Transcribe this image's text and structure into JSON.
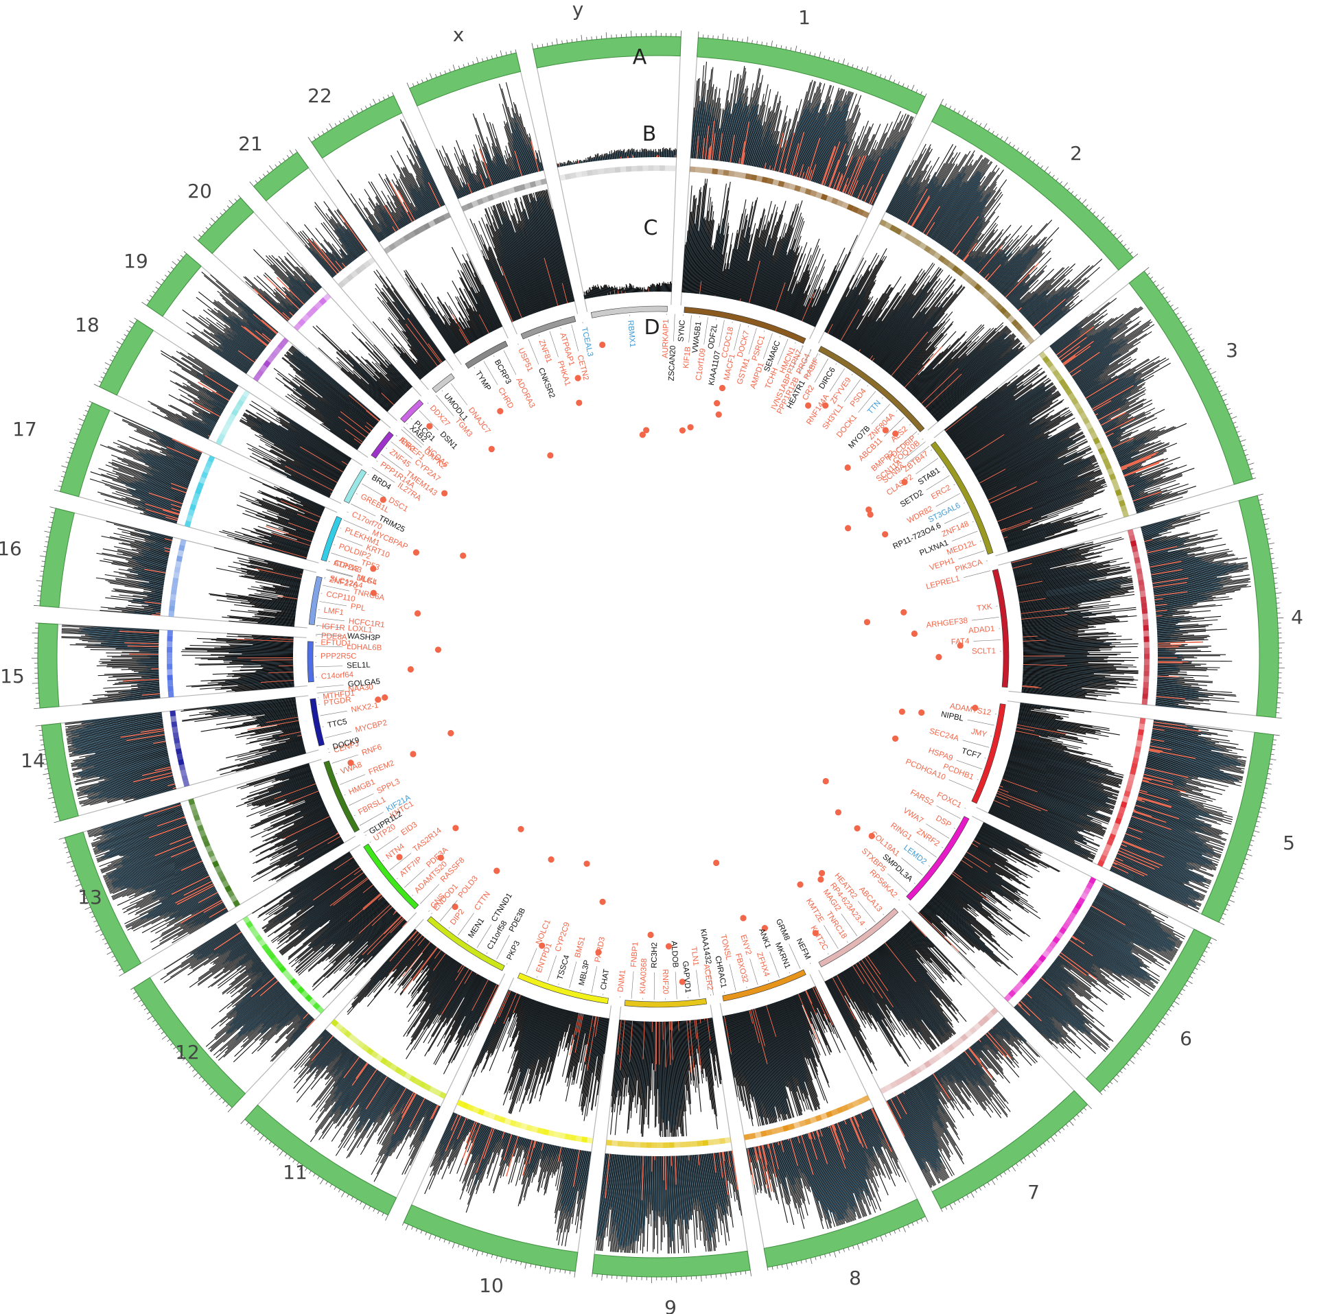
{
  "colors": {
    "ideogram": "#6cc46c",
    "ideogram_stroke": "#3d8f3d",
    "hist_blue": "#6baed6",
    "hist_black": "#111111",
    "hist_red": "#f26649",
    "gene_red": "#f26649",
    "gene_black": "#111111",
    "gene_blue": "#3d9ad6",
    "spoke": "#b5b5b5",
    "dot": "#f26649"
  },
  "ring_labels": [
    {
      "id": "A",
      "text": "A"
    },
    {
      "id": "B",
      "text": "B"
    },
    {
      "id": "C",
      "text": "C"
    },
    {
      "id": "D",
      "text": "D"
    }
  ],
  "chromosomes": [
    {
      "id": "1",
      "label": "1",
      "color": "#8b5a1e"
    },
    {
      "id": "2",
      "label": "2",
      "color": "#8a6d2a"
    },
    {
      "id": "3",
      "label": "3",
      "color": "#9a9a22"
    },
    {
      "id": "4",
      "label": "4",
      "color": "#c41a2c"
    },
    {
      "id": "5",
      "label": "5",
      "color": "#e3242b"
    },
    {
      "id": "6",
      "label": "6",
      "color": "#e61ac6"
    },
    {
      "id": "7",
      "label": "7",
      "color": "#e3b6b6"
    },
    {
      "id": "8",
      "label": "8",
      "color": "#e6941a"
    },
    {
      "id": "9",
      "label": "9",
      "color": "#e6c619"
    },
    {
      "id": "10",
      "label": "10",
      "color": "#f2f21a"
    },
    {
      "id": "11",
      "label": "11",
      "color": "#cde61a"
    },
    {
      "id": "12",
      "label": "12",
      "color": "#3ee61a"
    },
    {
      "id": "13",
      "label": "13",
      "color": "#3d7a1a"
    },
    {
      "id": "14",
      "label": "14",
      "color": "#1a1a9e"
    },
    {
      "id": "15",
      "label": "15",
      "color": "#4d6ee6"
    },
    {
      "id": "16",
      "label": "16",
      "color": "#7fa3e6"
    },
    {
      "id": "17",
      "label": "17",
      "color": "#33cce6"
    },
    {
      "id": "18",
      "label": "18",
      "color": "#99e6e6"
    },
    {
      "id": "19",
      "label": "19",
      "color": "#9e33c9"
    },
    {
      "id": "20",
      "label": "20",
      "color": "#cc66e6"
    },
    {
      "id": "21",
      "label": "21",
      "color": "#cccccc"
    },
    {
      "id": "22",
      "label": "22",
      "color": "#888888"
    },
    {
      "id": "x",
      "label": "x",
      "color": "#999999"
    },
    {
      "id": "y",
      "label": "y",
      "color": "#cccccc"
    }
  ],
  "genes": [
    {
      "chr": "1",
      "labels": [
        {
          "t": "AURKAIP1",
          "c": "r"
        },
        {
          "t": "ZSCAN20",
          "c": "k"
        },
        {
          "t": "SYNC",
          "c": "k"
        },
        {
          "t": "KIF1B",
          "c": "r"
        },
        {
          "t": "VWA5B1",
          "c": "k"
        },
        {
          "t": "C1orf109",
          "c": "r"
        },
        {
          "t": "ODF2L",
          "c": "k"
        },
        {
          "t": "KIAA1107",
          "c": "k"
        },
        {
          "t": "CCDC18",
          "c": "r"
        },
        {
          "t": "MACF1",
          "c": "r"
        },
        {
          "t": "DOCK7",
          "c": "r"
        },
        {
          "t": "GSTM1",
          "c": "r"
        },
        {
          "t": "PSRC1",
          "c": "r"
        },
        {
          "t": "AMPD1",
          "c": "r"
        },
        {
          "t": "SEMA6C",
          "c": "k"
        },
        {
          "t": "TCHH",
          "c": "r"
        },
        {
          "t": "HMCN1",
          "c": "r"
        },
        {
          "t": "IVNS1ABP",
          "c": "r"
        },
        {
          "t": "PRG4",
          "c": "r"
        },
        {
          "t": "HEATR1",
          "c": "k"
        }
      ]
    },
    {
      "chr": "2",
      "labels": [
        {
          "t": "PTPN7",
          "c": "r"
        },
        {
          "t": "PPP1R12B",
          "c": "r"
        },
        {
          "t": "RABIF",
          "c": "r"
        },
        {
          "t": "CR2",
          "c": "r"
        },
        {
          "t": "DIRC6",
          "c": "k"
        },
        {
          "t": "RNF144A",
          "c": "r"
        },
        {
          "t": "ZFYVE9",
          "c": "r"
        },
        {
          "t": "SH3YL1",
          "c": "r"
        },
        {
          "t": "PSD4",
          "c": "r"
        },
        {
          "t": "DOCK1",
          "c": "r"
        },
        {
          "t": "TTN",
          "c": "b"
        },
        {
          "t": "MYO7B",
          "c": "k"
        },
        {
          "t": "ZNF804A",
          "c": "r"
        },
        {
          "t": "ABCB11",
          "c": "r"
        },
        {
          "t": "ALS2",
          "c": "r"
        },
        {
          "t": "BMPR2",
          "c": "r"
        },
        {
          "t": "COQ10B",
          "c": "r"
        },
        {
          "t": "SCN9A",
          "c": "r"
        }
      ]
    },
    {
      "chr": "3",
      "labels": [
        {
          "t": "PDCD6IP",
          "c": "r"
        },
        {
          "t": "SCN11A",
          "c": "r"
        },
        {
          "t": "ZBTB47",
          "c": "r"
        },
        {
          "t": "CLASP2",
          "c": "r"
        },
        {
          "t": "STAB1",
          "c": "k"
        },
        {
          "t": "SETD2",
          "c": "k"
        },
        {
          "t": "ERC2",
          "c": "r"
        },
        {
          "t": "WDR82",
          "c": "r"
        },
        {
          "t": "ST3GAL6",
          "c": "b"
        },
        {
          "t": "RP11-723O4.6",
          "c": "k"
        },
        {
          "t": "ZNF148",
          "c": "r"
        },
        {
          "t": "PLXNA1",
          "c": "k"
        },
        {
          "t": "MED12L",
          "c": "r"
        },
        {
          "t": "VEPH1",
          "c": "r"
        },
        {
          "t": "PIK3CA",
          "c": "r"
        },
        {
          "t": "LEPREL1",
          "c": "r"
        }
      ]
    },
    {
      "chr": "4",
      "labels": [
        {
          "t": "TXK",
          "c": "r"
        },
        {
          "t": "ARHGEF38",
          "c": "r"
        },
        {
          "t": "ADAD1",
          "c": "r"
        },
        {
          "t": "FAT4",
          "c": "r"
        },
        {
          "t": "SCLT1",
          "c": "r"
        }
      ]
    },
    {
      "chr": "5",
      "labels": [
        {
          "t": "ADAMTS12",
          "c": "r"
        },
        {
          "t": "NIPBL",
          "c": "k"
        },
        {
          "t": "JMY",
          "c": "r"
        },
        {
          "t": "SEC24A",
          "c": "r"
        },
        {
          "t": "TCF7",
          "c": "k"
        },
        {
          "t": "HSPA9",
          "c": "r"
        },
        {
          "t": "PCDHB1",
          "c": "r"
        },
        {
          "t": "PCDHGA10",
          "c": "r"
        }
      ]
    },
    {
      "chr": "6",
      "labels": [
        {
          "t": "FOXC1",
          "c": "r"
        },
        {
          "t": "FARS2",
          "c": "r"
        },
        {
          "t": "DSP",
          "c": "r"
        },
        {
          "t": "VWA7",
          "c": "r"
        },
        {
          "t": "ZNRF2",
          "c": "r"
        },
        {
          "t": "RING1",
          "c": "r"
        },
        {
          "t": "LEMD2",
          "c": "b"
        },
        {
          "t": "COL19A1",
          "c": "r"
        },
        {
          "t": "SMPDL3A",
          "c": "k"
        },
        {
          "t": "STXBP5",
          "c": "r"
        },
        {
          "t": "RPS6KA2",
          "c": "r"
        }
      ]
    },
    {
      "chr": "7",
      "labels": [
        {
          "t": "ABCA13",
          "c": "r"
        },
        {
          "t": "HEATR2",
          "c": "r"
        },
        {
          "t": "RP4-623A23.4",
          "c": "r"
        },
        {
          "t": "MAGI2",
          "c": "r"
        },
        {
          "t": "TNRC18",
          "c": "r"
        },
        {
          "t": "KMT2E",
          "c": "r"
        },
        {
          "t": "KMT2C",
          "c": "r"
        }
      ]
    },
    {
      "chr": "8",
      "labels": [
        {
          "t": "NEFM",
          "c": "k"
        },
        {
          "t": "GRM8",
          "c": "k"
        },
        {
          "t": "MKRN1",
          "c": "k"
        },
        {
          "t": "ANK1",
          "c": "k"
        },
        {
          "t": "ZFHX4",
          "c": "r"
        },
        {
          "t": "ENY2",
          "c": "r"
        },
        {
          "t": "FBXO32",
          "c": "r"
        },
        {
          "t": "TONSL",
          "c": "r"
        },
        {
          "t": "CHRAC1",
          "c": "k"
        },
        {
          "t": "KIAA1432",
          "c": "k"
        }
      ]
    },
    {
      "chr": "9",
      "labels": [
        {
          "t": "ACER2",
          "c": "r"
        },
        {
          "t": "TLN1",
          "c": "r"
        },
        {
          "t": "GAPVD1",
          "c": "k"
        },
        {
          "t": "ALDOB",
          "c": "k"
        },
        {
          "t": "RNF20",
          "c": "r"
        },
        {
          "t": "RC3H2",
          "c": "k"
        },
        {
          "t": "KIAA0368",
          "c": "r"
        },
        {
          "t": "FNBP1",
          "c": "r"
        },
        {
          "t": "DNM1",
          "c": "r"
        }
      ]
    },
    {
      "chr": "10",
      "labels": [
        {
          "t": "CHAT",
          "c": "k"
        },
        {
          "t": "PARD3",
          "c": "r"
        },
        {
          "t": "MBL3P",
          "c": "k"
        },
        {
          "t": "BMS1",
          "c": "r"
        },
        {
          "t": "TSSC4",
          "c": "k"
        },
        {
          "t": "CYP2C9",
          "c": "r"
        },
        {
          "t": "ENTPD1",
          "c": "r"
        },
        {
          "t": "NOLC1",
          "c": "r"
        }
      ]
    },
    {
      "chr": "11",
      "labels": [
        {
          "t": "PKP3",
          "c": "k"
        },
        {
          "t": "PDE3B",
          "c": "k"
        },
        {
          "t": "C11orf58",
          "c": "k"
        },
        {
          "t": "CTNND1",
          "c": "k"
        },
        {
          "t": "MEN1",
          "c": "k"
        },
        {
          "t": "CTTN",
          "c": "r"
        },
        {
          "t": "DIP2",
          "c": "r"
        },
        {
          "t": "POLD3",
          "c": "r"
        },
        {
          "t": "ENDOD1",
          "c": "r"
        }
      ]
    },
    {
      "chr": "12",
      "labels": [
        {
          "t": "GNS",
          "c": "r"
        },
        {
          "t": "RASSF8",
          "c": "r"
        },
        {
          "t": "ADAMTS20",
          "c": "r"
        },
        {
          "t": "PDE3A",
          "c": "r"
        },
        {
          "t": "ATF7IP",
          "c": "r"
        },
        {
          "t": "TAS2R14",
          "c": "r"
        },
        {
          "t": "NTN4",
          "c": "r"
        },
        {
          "t": "EID3",
          "c": "r"
        },
        {
          "t": "UTP20",
          "c": "r"
        },
        {
          "t": "KNTC1",
          "c": "r"
        }
      ]
    },
    {
      "chr": "13",
      "labels": [
        {
          "t": "GLIPR1L2",
          "c": "k"
        },
        {
          "t": "KIF21A",
          "c": "b"
        },
        {
          "t": "FBRSL1",
          "c": "r"
        },
        {
          "t": "SPPL3",
          "c": "r"
        },
        {
          "t": "HMGB1",
          "c": "r"
        },
        {
          "t": "FREM2",
          "c": "r"
        },
        {
          "t": "VWA8",
          "c": "r"
        },
        {
          "t": "RNF6",
          "c": "r"
        },
        {
          "t": "CENPJ",
          "c": "r"
        }
      ]
    },
    {
      "chr": "14",
      "labels": [
        {
          "t": "DOCK9",
          "c": "k"
        },
        {
          "t": "MYCBP2",
          "c": "r"
        },
        {
          "t": "TTC5",
          "c": "k"
        },
        {
          "t": "NKX2-1",
          "c": "r"
        },
        {
          "t": "PTGDR",
          "c": "r"
        },
        {
          "t": "NAA30",
          "c": "r"
        }
      ]
    },
    {
      "chr": "15",
      "labels": [
        {
          "t": "MTHFD1",
          "c": "r"
        },
        {
          "t": "GOLGA5",
          "c": "k"
        },
        {
          "t": "C14orf64",
          "c": "r"
        },
        {
          "t": "SEL1L",
          "c": "k"
        },
        {
          "t": "PPP2R5C",
          "c": "r"
        },
        {
          "t": "LDHAL6B",
          "c": "r"
        },
        {
          "t": "PDE8A",
          "c": "r"
        },
        {
          "t": "LOXL1",
          "c": "r"
        }
      ]
    },
    {
      "chr": "16",
      "labels": [
        {
          "t": "EFTUD1",
          "c": "r"
        },
        {
          "t": "WASH3P",
          "c": "k"
        },
        {
          "t": "IGF1R",
          "c": "r"
        },
        {
          "t": "HCFC1R1",
          "c": "r"
        },
        {
          "t": "LMF1",
          "c": "r"
        },
        {
          "t": "PPL",
          "c": "r"
        },
        {
          "t": "CCP110",
          "c": "r"
        },
        {
          "t": "TNRC6A",
          "c": "r"
        },
        {
          "t": "SLC12A4",
          "c": "r"
        },
        {
          "t": "MLKL",
          "c": "r"
        },
        {
          "t": "CDH13",
          "c": "r"
        }
      ]
    },
    {
      "chr": "17",
      "labels": [
        {
          "t": "ZNF276",
          "c": "r"
        },
        {
          "t": "DLG4",
          "c": "r"
        },
        {
          "t": "ATP2A3",
          "c": "r"
        },
        {
          "t": "TP53",
          "c": "r"
        },
        {
          "t": "POLDIP2",
          "c": "r"
        },
        {
          "t": "KRT10",
          "c": "r"
        },
        {
          "t": "PLEKHM1",
          "c": "r"
        },
        {
          "t": "MYCBPAP",
          "c": "r"
        },
        {
          "t": "C17orf70",
          "c": "r"
        },
        {
          "t": "TRIM25",
          "c": "k"
        }
      ]
    },
    {
      "chr": "18",
      "labels": [
        {
          "t": "GREB1L",
          "c": "r"
        },
        {
          "t": "DSC1",
          "c": "r"
        }
      ]
    },
    {
      "chr": "19",
      "labels": [
        {
          "t": "BRD4",
          "c": "k"
        },
        {
          "t": "IL27RA",
          "c": "r"
        },
        {
          "t": "PPP1R14A",
          "c": "r"
        },
        {
          "t": "TMEM143",
          "c": "r"
        },
        {
          "t": "ZNF45",
          "c": "r"
        },
        {
          "t": "CYP2A7",
          "c": "r"
        },
        {
          "t": "IER2",
          "c": "r"
        },
        {
          "t": "GAPK2",
          "c": "r"
        },
        {
          "t": "XAB2",
          "c": "k"
        }
      ]
    },
    {
      "chr": "20",
      "labels": [
        {
          "t": "ANKEF1",
          "c": "r"
        },
        {
          "t": "NCOA6",
          "c": "r"
        },
        {
          "t": "PLCG1",
          "c": "k"
        },
        {
          "t": "DSN1",
          "c": "k"
        },
        {
          "t": "DDX27",
          "c": "r"
        },
        {
          "t": "TGM3",
          "c": "r"
        }
      ]
    },
    {
      "chr": "21",
      "labels": [
        {
          "t": "UMODL1",
          "c": "k"
        },
        {
          "t": "DNAJC7",
          "c": "r"
        }
      ]
    },
    {
      "chr": "22",
      "labels": [
        {
          "t": "TYMP",
          "c": "k"
        },
        {
          "t": "CHRD",
          "c": "r"
        },
        {
          "t": "BCRP3",
          "c": "k"
        },
        {
          "t": "ADORA3",
          "c": "r"
        }
      ]
    },
    {
      "chr": "x",
      "labels": [
        {
          "t": "USP51",
          "c": "r"
        },
        {
          "t": "CNKSR2",
          "c": "k"
        },
        {
          "t": "ZNF81",
          "c": "r"
        },
        {
          "t": "PHKA1",
          "c": "r"
        },
        {
          "t": "ATP6AP1",
          "c": "r"
        },
        {
          "t": "CETN2",
          "c": "r"
        },
        {
          "t": "TCEAL3",
          "c": "b"
        }
      ]
    },
    {
      "chr": "y",
      "labels": [
        {
          "t": "RBMX1",
          "c": "b"
        }
      ]
    }
  ]
}
